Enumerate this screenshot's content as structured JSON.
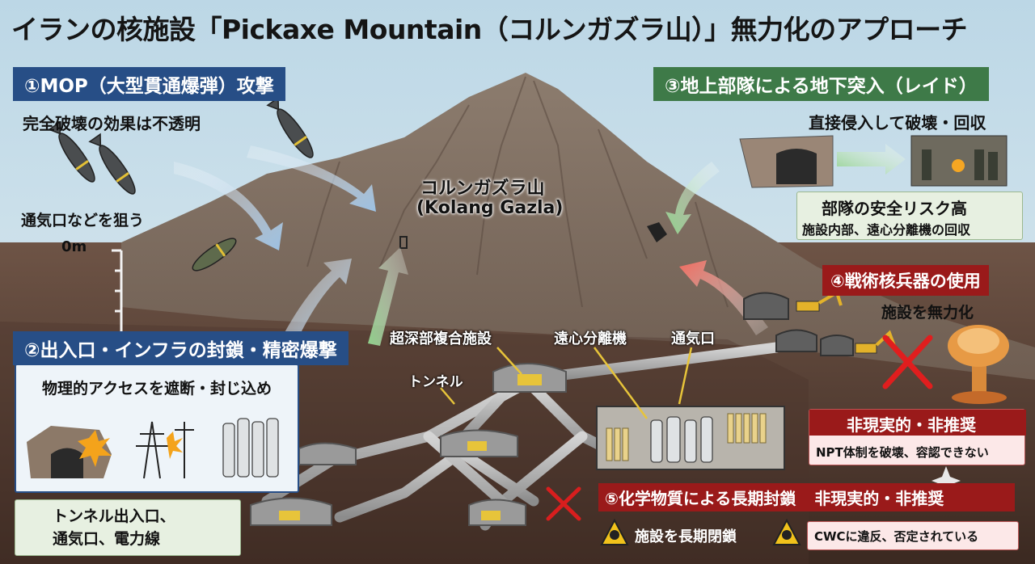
{
  "title": "イランの核施設「Pickaxe Mountain（コルンガズラ山）」無力化のアプローチ",
  "mountain": {
    "name_jp": "コルンガズラ山",
    "name_en": "(Kolang Gazla)"
  },
  "depth_label": "0m",
  "approach1": {
    "banner": "①MOP（大型貫通爆弾）攻撃",
    "note": "完全破壊の効果は不透明",
    "target": "通気口などを狙う"
  },
  "approach2": {
    "banner": "②出入口・インフラの封鎖・精密爆撃",
    "desc": "物理的アクセスを遮断・封じ込め",
    "targets": "トンネル出入口、\n通気口、電力線"
  },
  "approach3": {
    "banner": "③地上部隊による地下突入（レイド）",
    "desc": "直接侵入して破壊・回収",
    "risk_title": "部隊の安全リスク高",
    "risk_detail": "施設内部、遠心分離機の回収"
  },
  "approach4": {
    "banner": "④戦術核兵器の使用",
    "desc": "施設を無力化",
    "verdict": "非現実的・非推奨",
    "verdict_detail": "NPT体制を破壊、容認できない"
  },
  "approach5": {
    "banner": "⑤化学物質による長期封鎖",
    "verdict": "非現実的・非推奨",
    "desc": "施設を長期閉鎖",
    "verdict_detail": "CWCに違反、否定されている"
  },
  "underground": {
    "complex": "超深部複合施設",
    "centrifuge": "遠心分離機",
    "vent": "通気口",
    "tunnel": "トンネル"
  },
  "icons": [
    "bomb-icon",
    "explosion-icon",
    "power-pylon-icon",
    "centrifuge-icon",
    "soldier-icon",
    "excavator-icon",
    "mushroom-cloud-icon",
    "skull-warning-icon",
    "cross-icon",
    "arrow-icon",
    "sparkle-icon"
  ],
  "colors": {
    "blue_banner": "#274e86",
    "green_banner": "#3e7a48",
    "red_banner": "#9a1a1a",
    "mountain": "#8a7a6c",
    "ground": "#5b4438",
    "cross": "#e01e1e"
  }
}
